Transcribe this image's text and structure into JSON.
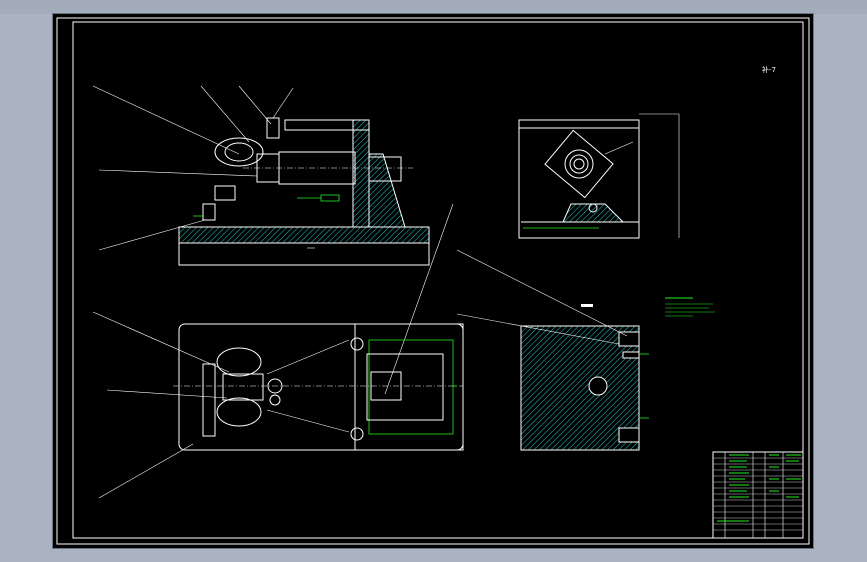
{
  "drawing": {
    "sheet_label": "补-7",
    "palette": {
      "line": "#ffffff",
      "hatch": "#22c7c7",
      "leader": "#ffffff",
      "dim": "#22ee22",
      "frame": "#ffffff",
      "viewport_bg": "#a9b3c1"
    },
    "views": [
      {
        "name": "front-view"
      },
      {
        "name": "side-view"
      },
      {
        "name": "top-view"
      },
      {
        "name": "section-view"
      }
    ],
    "title_block": {
      "rows": 14
    }
  }
}
